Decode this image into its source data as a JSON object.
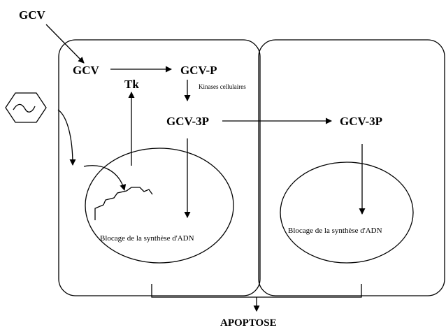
{
  "labels": {
    "gcv_outside": "GCV",
    "gcv_cell": "GCV",
    "gcv_p": "GCV-P",
    "tk": "Tk",
    "kinases": "Kinases cellulaires",
    "gcv_3p_left": "GCV-3P",
    "gcv_3p_right": "GCV-3P",
    "blocage_left": "Blocage de la synthèse d'ADN",
    "blocage_right": "Blocage de la synthèse d'ADN",
    "apoptose": "APOPTOSE"
  },
  "icons": {
    "virus": "hexagon-virus-icon"
  }
}
